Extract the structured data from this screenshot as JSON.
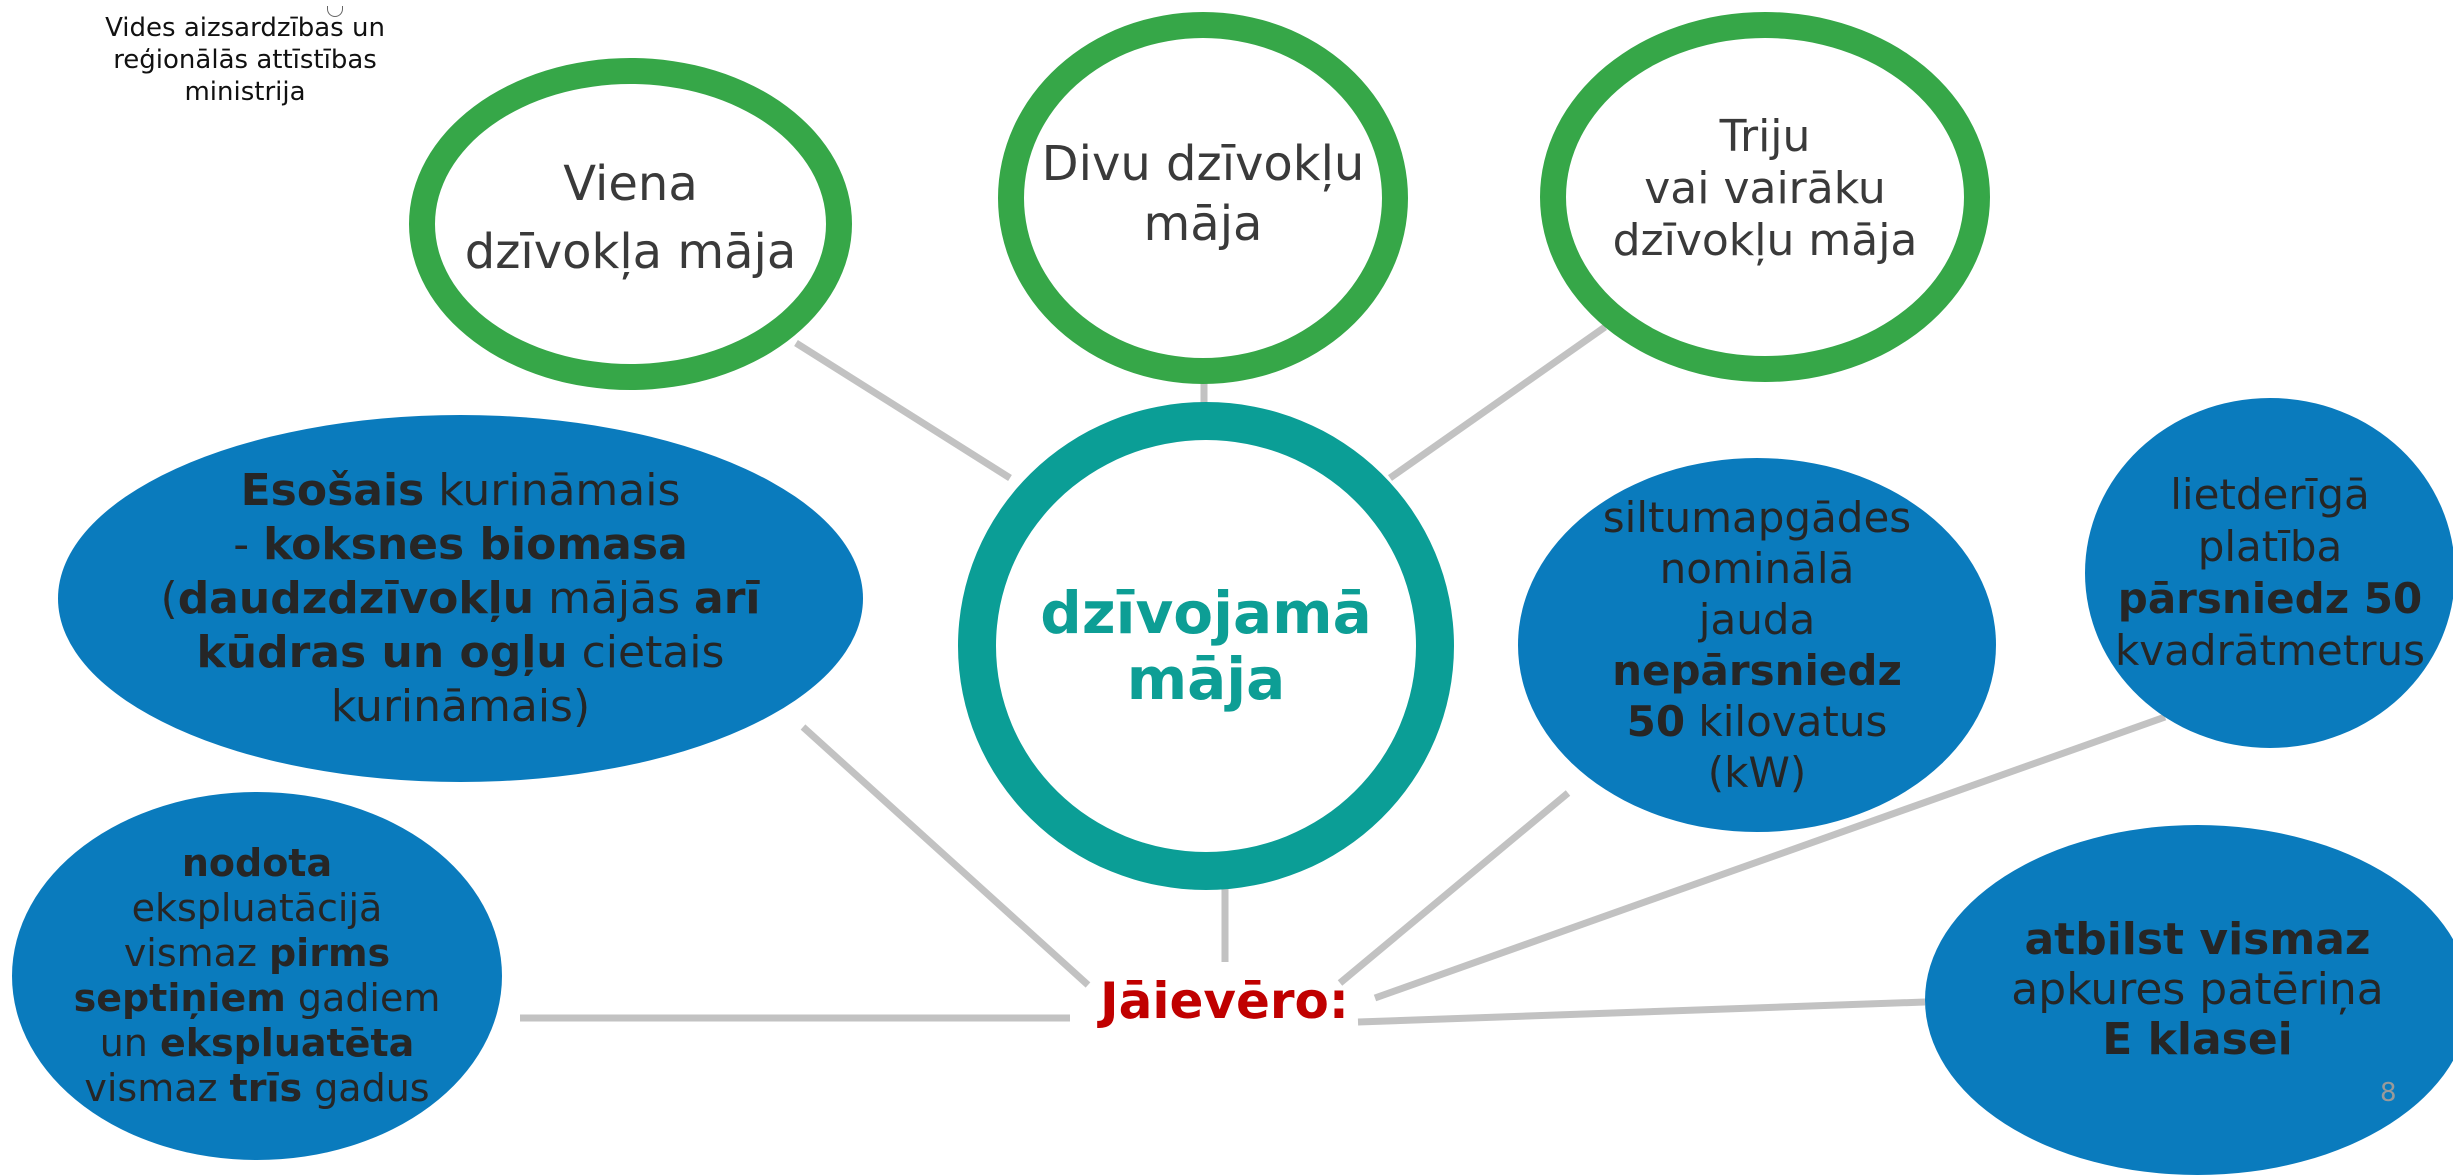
{
  "ministry": {
    "lines": [
      "Vides aizsardzības un",
      "reģionālās attīstības",
      "ministrija"
    ]
  },
  "center": {
    "lines": [
      "dzīvojamā",
      "māja"
    ]
  },
  "house_types": [
    {
      "lines": [
        "Viena",
        "dzīvokļa māja"
      ]
    },
    {
      "lines": [
        "Divu dzīvokļu",
        "māja"
      ]
    },
    {
      "lines": [
        "Triju",
        "vai vairāku",
        "dzīvokļu māja"
      ]
    }
  ],
  "note_label": "Jāievēro:",
  "conditions": {
    "fuel": {
      "lines": [
        [
          {
            "t": "Esošais",
            "b": true
          },
          {
            "t": " kurināmais"
          }
        ],
        [
          {
            "t": "- "
          },
          {
            "t": "koksnes biomasa",
            "b": true
          }
        ],
        [
          {
            "t": "("
          },
          {
            "t": "daudzdzīvokļu",
            "b": true
          },
          {
            "t": " mājās "
          },
          {
            "t": "arī",
            "b": true
          }
        ],
        [
          {
            "t": "kūdras un ogļu",
            "b": true
          },
          {
            "t": " cietais"
          }
        ],
        [
          {
            "t": "kurināmais)"
          }
        ]
      ]
    },
    "heating_power": {
      "lines": [
        [
          {
            "t": "siltumapgādes"
          }
        ],
        [
          {
            "t": "nominālā"
          }
        ],
        [
          {
            "t": "jauda"
          }
        ],
        [
          {
            "t": "nepārsniedz",
            "b": true
          }
        ],
        [
          {
            "t": "50",
            "b": true
          },
          {
            "t": " kilovatus"
          }
        ],
        [
          {
            "t": "(kW)"
          }
        ]
      ]
    },
    "floor_area": {
      "lines": [
        [
          {
            "t": "lietderīgā"
          }
        ],
        [
          {
            "t": "platība"
          }
        ],
        [
          {
            "t": "pārsniedz 50",
            "b": true
          }
        ],
        [
          {
            "t": "kvadrātmetrus"
          }
        ]
      ]
    },
    "commissioned": {
      "lines": [
        [
          {
            "t": "nodota",
            "b": true
          }
        ],
        [
          {
            "t": "ekspluatācijā"
          }
        ],
        [
          {
            "t": "vismaz "
          },
          {
            "t": "pirms",
            "b": true
          }
        ],
        [
          {
            "t": "septiņiem",
            "b": true
          },
          {
            "t": " gadiem"
          }
        ],
        [
          {
            "t": "un "
          },
          {
            "t": "ekspluatēta",
            "b": true
          }
        ],
        [
          {
            "t": "vismaz "
          },
          {
            "t": "trīs",
            "b": true
          },
          {
            "t": " gadus"
          }
        ]
      ]
    },
    "energy_class": {
      "lines": [
        [
          {
            "t": "atbilst vismaz",
            "b": true
          }
        ],
        [
          {
            "t": "apkures patēriņa"
          }
        ],
        [
          {
            "t": "E klasei",
            "b": true
          }
        ]
      ]
    }
  },
  "page_number": "8",
  "colors": {
    "green_ring": "#36a748",
    "teal_ring": "#0b9e96",
    "blue_fill": "#0a7bbd",
    "connector": "#c2c2c2",
    "note_red": "#c00000"
  }
}
